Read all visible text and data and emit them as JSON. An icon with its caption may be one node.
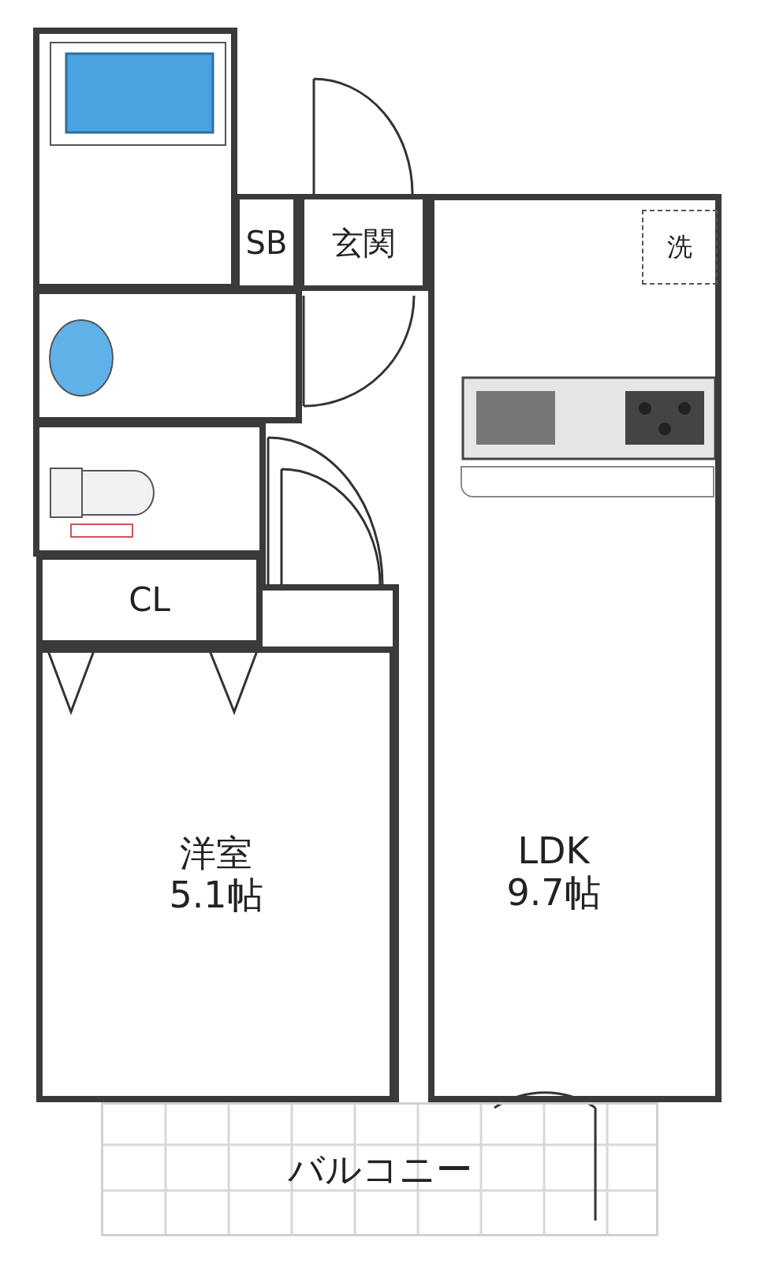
{
  "diagram": {
    "nodes": [
      {
        "text": [
          "SB"
        ]
      },
      {
        "text": [
          "玄関"
        ]
      },
      {
        "text": [
          "LDK",
          "9.7帖"
        ]
      },
      {
        "text": [
          "洗"
        ],
        "in": 2
      },
      {
        "text": [
          "CL"
        ]
      },
      {
        "text": [
          "洋室",
          "5.1帖"
        ]
      },
      {
        "text": [
          "バルコニー"
        ]
      }
    ]
  }
}
